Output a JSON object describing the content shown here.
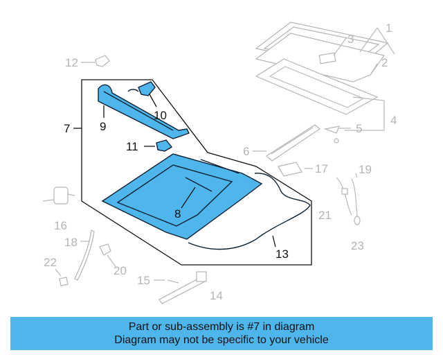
{
  "callouts": {
    "c1": "1",
    "c2": "2",
    "c3": "3",
    "c4": "4",
    "c5": "5",
    "c6": "6",
    "c7": "7",
    "c8": "8",
    "c9": "9",
    "c10": "10",
    "c11": "11",
    "c12": "12",
    "c13": "13",
    "c14": "14",
    "c15": "15",
    "c16": "16",
    "c17": "17",
    "c18": "18",
    "c19": "19",
    "c20": "20",
    "c21": "21",
    "c22": "22",
    "c23": "23"
  },
  "highlight_color": "#4fb6ec",
  "footer": {
    "line1": "Part or sub-assembly is #7 in diagram",
    "line2": "Diagram may not be specific to your vehicle"
  }
}
